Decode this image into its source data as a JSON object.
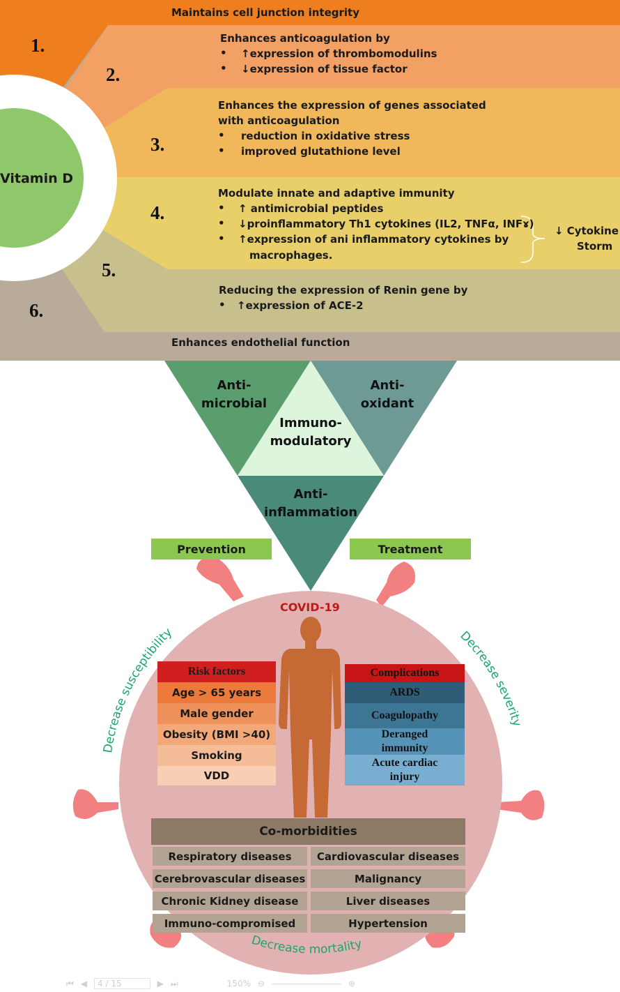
{
  "mechanisms": [
    {
      "number": "1.",
      "lines": [
        "Maintains cell junction integrity"
      ]
    },
    {
      "number": "2.",
      "title": "Enhances anticoagulation by",
      "bullets": [
        "↑expression of thrombomodulins",
        "↓expression of tissue factor"
      ]
    },
    {
      "number": "3.",
      "title_lines": [
        "Enhances the expression of genes associated",
        "with anticoagulation"
      ],
      "bullets": [
        "reduction in oxidative stress",
        "improved glutathione level"
      ]
    },
    {
      "number": "4.",
      "title": "Modulate innate and adaptive immunity",
      "bullets": [
        "↑ antimicrobial peptides",
        "↓proinflammatory Th1 cytokines (IL2, TNFα, INFɤ)",
        "↑expression of ani inflammatory cytokines by",
        "macrophages."
      ]
    },
    {
      "number": "5.",
      "title": "Reducing the expression of Renin gene by",
      "bullets": [
        "↑expression of ACE-2"
      ]
    },
    {
      "number": "6.",
      "lines": [
        "Enhances endothelial function"
      ]
    }
  ],
  "center_label": "Vitamin D",
  "cytokine_note": [
    "↓ Cytokine",
    "Storm"
  ],
  "triangle": {
    "left": [
      "Anti-",
      "microbial"
    ],
    "right": [
      "Anti-",
      "oxidant"
    ],
    "center": [
      "Immuno-",
      "modulatory"
    ],
    "bottom": [
      "Anti-",
      "inflammation"
    ]
  },
  "tags": {
    "prevention": "Prevention",
    "treatment": "Treatment"
  },
  "virus_title": "COVID-19",
  "arc_labels": {
    "left": "Decrease susceptibility",
    "right": "Decrease severity",
    "bottom": "Decrease mortality"
  },
  "risk_factors": {
    "header": "Risk factors",
    "items": [
      "Age > 65 years",
      "Male gender",
      "Obesity (BMI >40)",
      "Smoking",
      "VDD"
    ]
  },
  "complications": {
    "header": "Complications",
    "items": [
      "ARDS",
      "Coagulopathy",
      "Deranged immunity",
      "Acute cardiac injury"
    ]
  },
  "comorbidities": {
    "header": "Co-morbidities",
    "left": [
      "Respiratory diseases",
      "Cerebrovascular diseases",
      "Chronic Kidney disease",
      "Immuno-compromised"
    ],
    "right": [
      "Cardiovascular diseases",
      "Malignancy",
      "Liver diseases",
      "Hypertension"
    ]
  },
  "colors": {
    "band1": "#ef7e1f",
    "band2": "#f2a064",
    "band3": "#f0b85a",
    "band4": "#e8cf6a",
    "band5": "#c8c08c",
    "band6": "#b8ab9a",
    "vitamin_d": "#8fc86a",
    "tri_left": "#5a9e6e",
    "tri_right": "#6e9a96",
    "tri_center": "#dcf5dc",
    "tri_bottom": "#4a8a7a",
    "virus_body": "#e2b2b2",
    "spike": "#f28080"
  },
  "toolbar": {
    "page": "4 / 15",
    "zoom": "150%"
  }
}
